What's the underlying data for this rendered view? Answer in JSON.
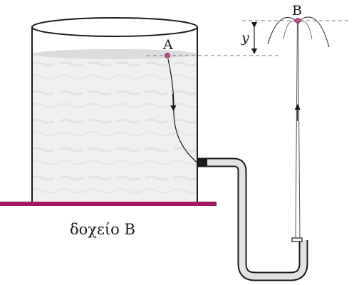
{
  "labels": {
    "point_a": "A",
    "point_b": "B",
    "height_symbol": "y",
    "caption": "δοχείο Β"
  },
  "colors": {
    "water": "#eeeeee",
    "water_surface": "#dcdcdc",
    "base_bar": "#a0165f",
    "points": "#c24b8e",
    "outline": "#1a1a1a",
    "guide_lines": "#777777"
  }
}
